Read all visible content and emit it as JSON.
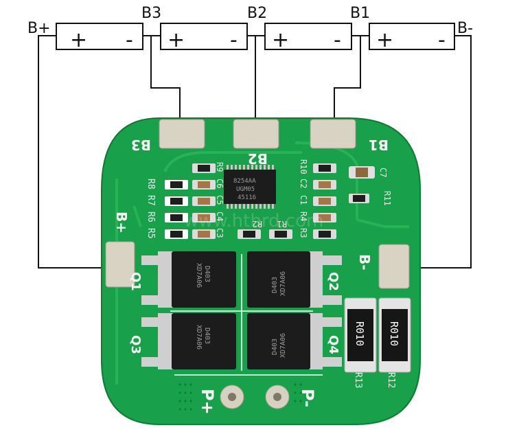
{
  "cells": [
    {
      "plus": "+",
      "minus": "-"
    },
    {
      "plus": "+",
      "minus": "-"
    },
    {
      "plus": "+",
      "minus": "-"
    },
    {
      "plus": "+",
      "minus": "-"
    }
  ],
  "wiring_labels": {
    "b_plus": "B+",
    "b3": "B3",
    "b2": "B2",
    "b1": "B1",
    "b_minus": "B-"
  },
  "board": {
    "pad_b3": "B3",
    "pad_b2": "B2",
    "pad_b1": "B1",
    "pad_b_plus": "B+",
    "pad_b_minus": "B-",
    "out_p_plus": "P+",
    "out_p_minus": "P-",
    "ic_line1": "8254AA",
    "ic_line2": "UGM05",
    "ic_line3": "45116",
    "watermark": "www.htbrd.com",
    "res_left_col": [
      "R8",
      "R7",
      "R6",
      "R5"
    ],
    "res_cap_col": [
      "C6",
      "C5",
      "C4",
      "C3"
    ],
    "r9": "R9",
    "r10": "R10",
    "c2": "C2",
    "c1": "C1",
    "r4": "R4",
    "r3": "R3",
    "r2": "R2",
    "r1": "R1",
    "c7": "C7",
    "r11": "R11",
    "q1": "Q1",
    "q2": "Q2",
    "q3": "Q3",
    "q4": "Q4",
    "mos_a": "D403",
    "mos_b": "XD7A06",
    "shunt_value": "R010",
    "r13": "R13",
    "r12": "R12"
  }
}
